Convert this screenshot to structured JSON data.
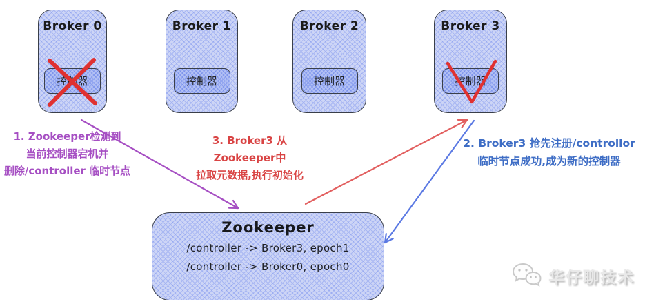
{
  "colors": {
    "c-purple": "#a64fc3",
    "c-red": "#e03131",
    "c-red-text": "#d94444",
    "c-red-arrow": "#e25f5f",
    "c-blue-text": "#3e6dc5",
    "c-blue-arrow": "#5b79e3",
    "c-border": "#3a3f4a",
    "c-fill": "#cdd5f6",
    "c-inner": "#b2c0f4",
    "c-watermark": "#c9c9c9"
  },
  "brokers": [
    {
      "title": "Broker 0",
      "controller_label": "控制器",
      "status": "failed-crossed-out"
    },
    {
      "title": "Broker 1",
      "controller_label": "控制器",
      "status": "normal"
    },
    {
      "title": "Broker 2",
      "controller_label": "控制器",
      "status": "normal"
    },
    {
      "title": "Broker 3",
      "controller_label": "控制器",
      "status": "elected-checked"
    }
  ],
  "annotations": {
    "step1": {
      "color": "purple",
      "lines": [
        "1. Zookeeper检测到",
        "当前控制器宕机并",
        "删除/controller 临时节点"
      ]
    },
    "step2": {
      "color": "blue",
      "lines": [
        "2. Broker3 抢先注册/controllor",
        "临时节点成功,成为新的控制器"
      ]
    },
    "step3": {
      "color": "red",
      "lines": [
        "3. Broker3 从Zookeeper中",
        "拉取元数据,执行初始化"
      ]
    }
  },
  "zookeeper": {
    "title": "Zookeeper",
    "entries": [
      "/controller -> Broker3, epoch1",
      "/controller -> Broker0, epoch0"
    ]
  },
  "watermark": {
    "text": "华仔聊技术"
  }
}
